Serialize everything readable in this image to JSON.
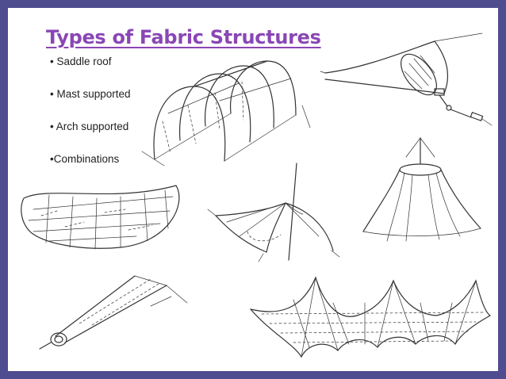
{
  "slide": {
    "title": "Types of Fabric Structures",
    "bullets": [
      "• Saddle roof",
      "• Mast supported",
      "• Arch supported",
      "•Combinations"
    ]
  },
  "colors": {
    "frame": "#4f4c8f",
    "title": "#8a46b5",
    "sketch_ink": "#333333"
  },
  "sketches": [
    "arch",
    "saddle",
    "cone",
    "pillow",
    "mast",
    "ring-mast",
    "cable",
    "multi-peak"
  ]
}
